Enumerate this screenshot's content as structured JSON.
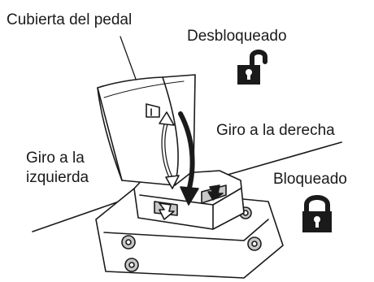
{
  "labels": {
    "pedal_cover": "Cubierta del pedal",
    "unlocked": "Desbloqueado",
    "right_turn": "Giro a la derecha",
    "left_turn_line1": "Giro a la",
    "left_turn_line2": "izquierda",
    "locked": "Bloqueado"
  },
  "icons": {
    "unlocked": "unlocked-padlock-icon",
    "locked": "locked-padlock-icon"
  },
  "colors": {
    "ink": "#1a1a1a",
    "fill_light": "#ffffff",
    "fill_mid": "#c8c8c8"
  }
}
